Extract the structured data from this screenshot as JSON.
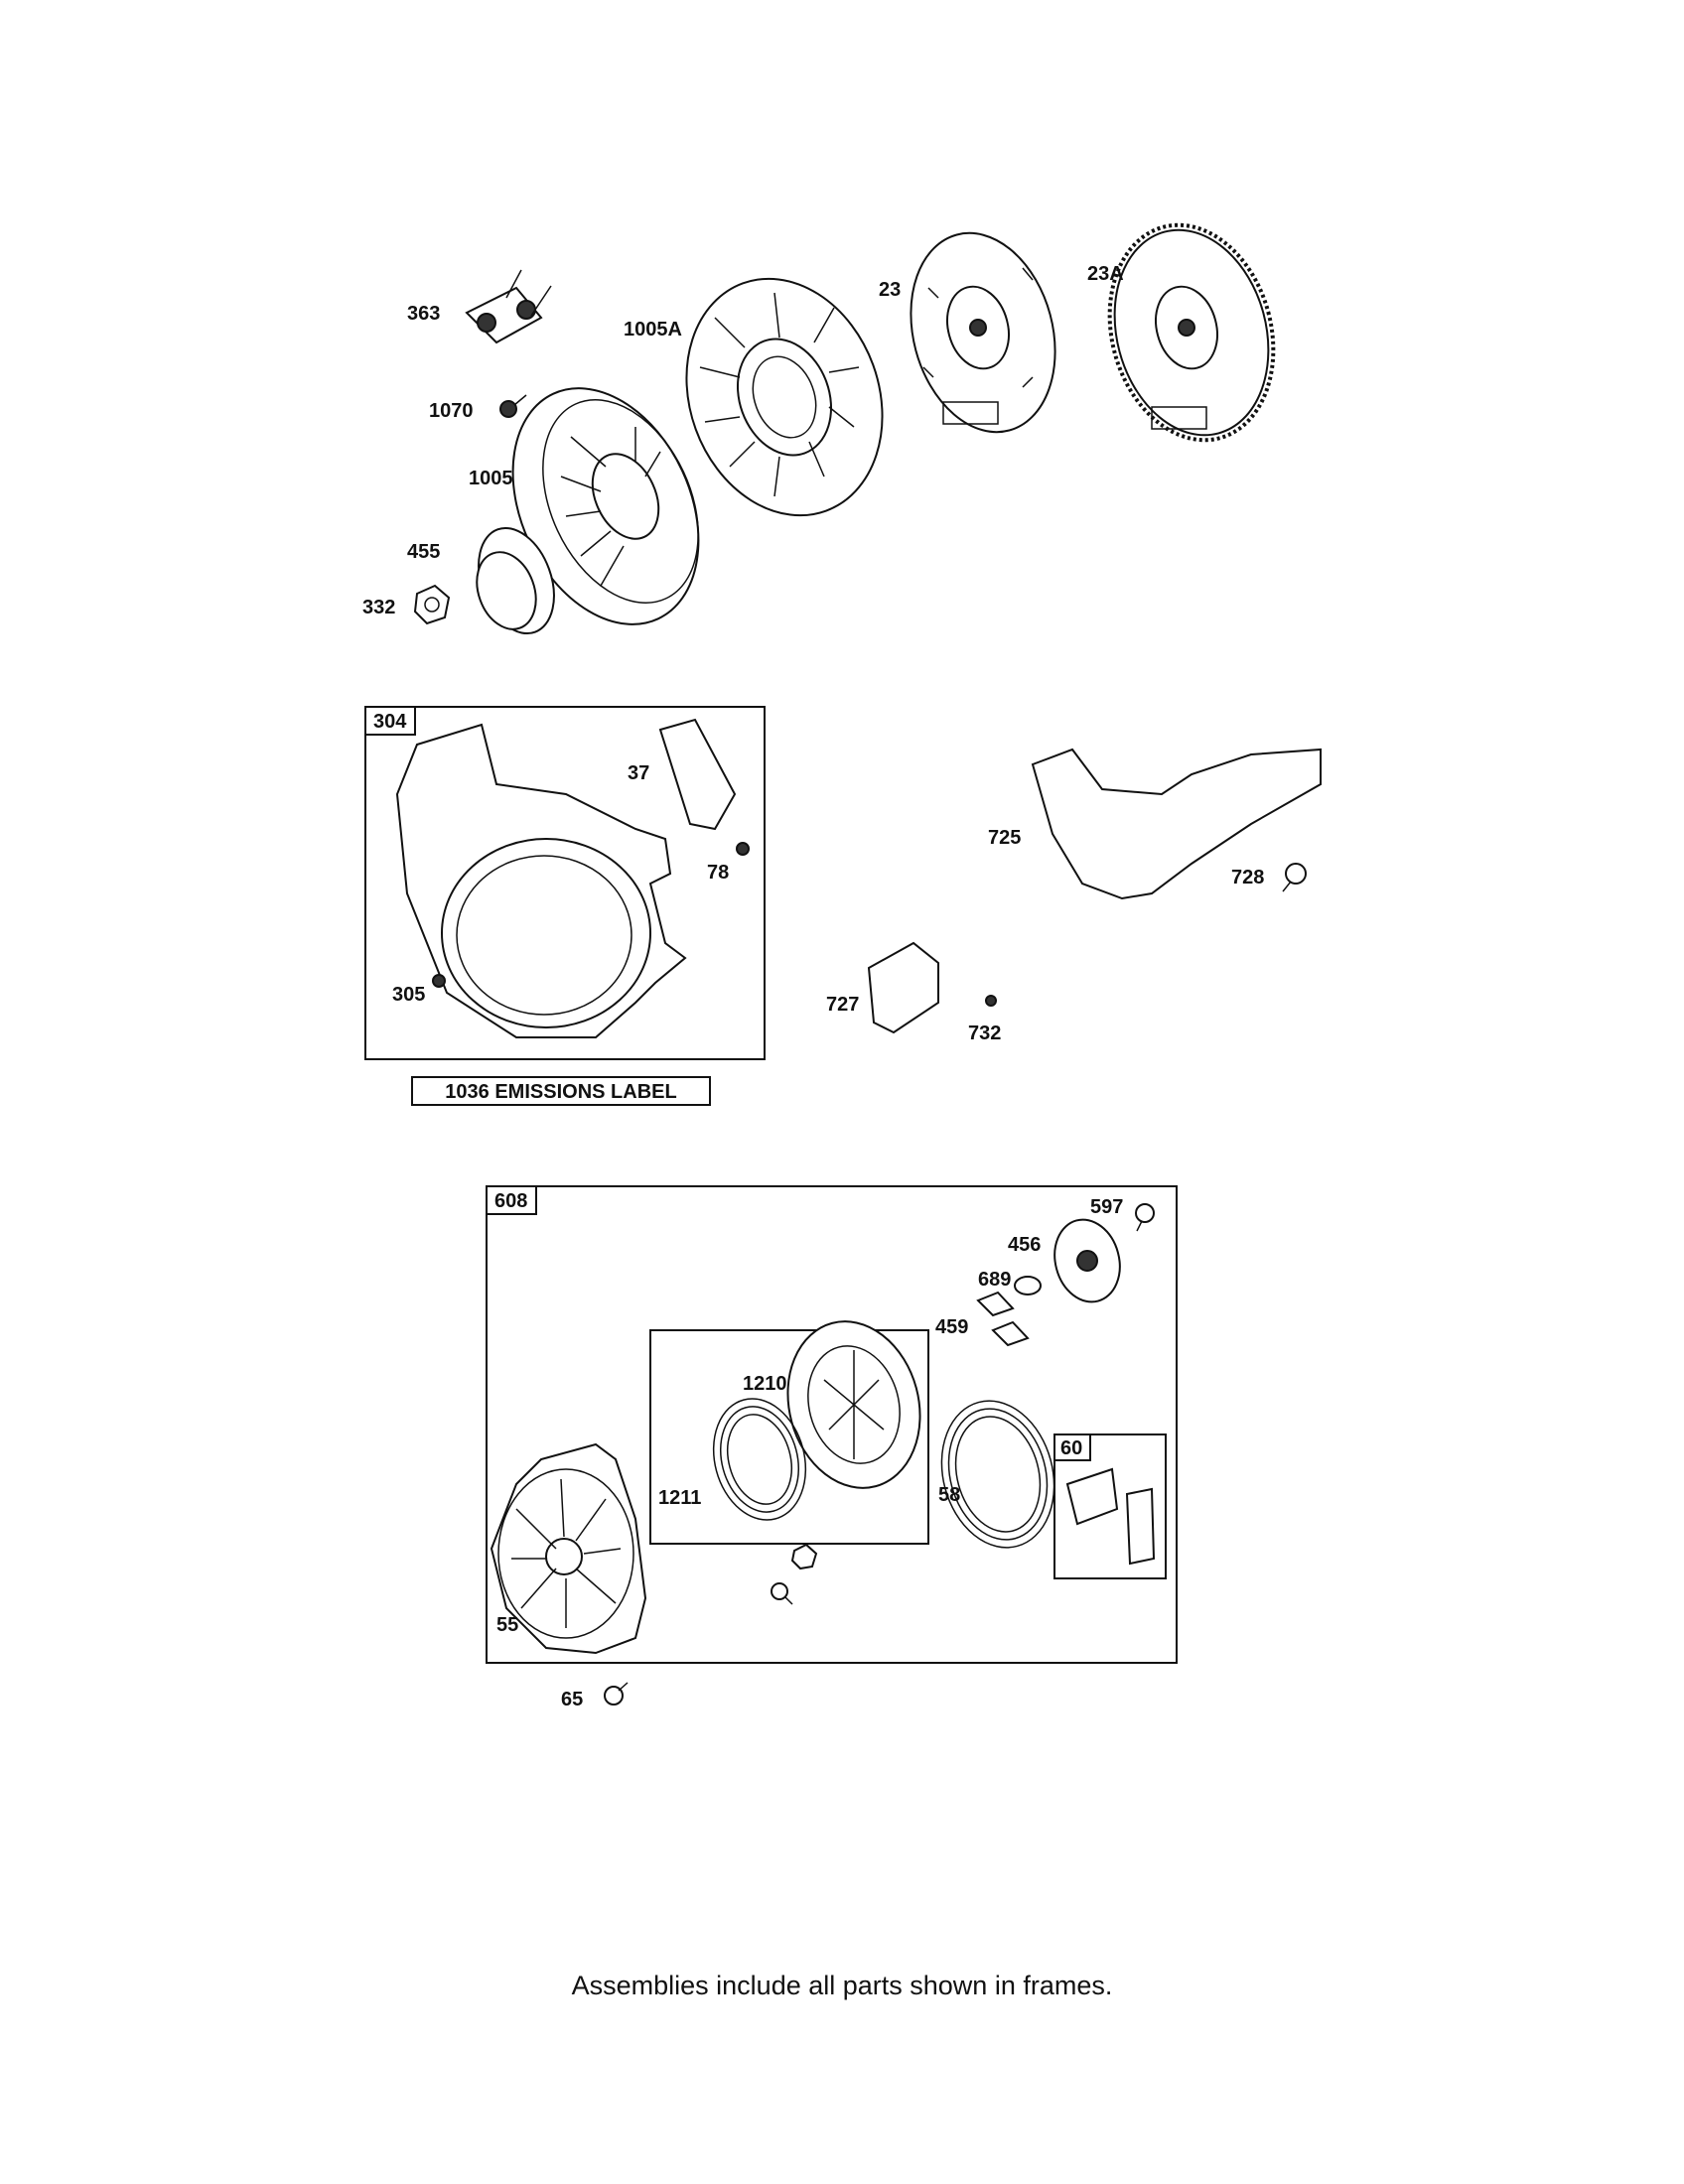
{
  "parts": {
    "p363": "363",
    "p1070": "1070",
    "p1005A": "1005A",
    "p1005": "1005",
    "p455": "455",
    "p332": "332",
    "p23": "23",
    "p23A": "23A",
    "p304": "304",
    "p37": "37",
    "p78": "78",
    "p305": "305",
    "p725": "725",
    "p728": "728",
    "p727": "727",
    "p732": "732",
    "p608": "608",
    "p597": "597",
    "p456": "456",
    "p689": "689",
    "p459": "459",
    "p1210": "1210",
    "p1211": "1211",
    "p58": "58",
    "p60": "60",
    "p55": "55",
    "p65": "65"
  },
  "emissions_label": "1036 EMISSIONS LABEL",
  "footer_note": "Assemblies include all parts shown in frames."
}
